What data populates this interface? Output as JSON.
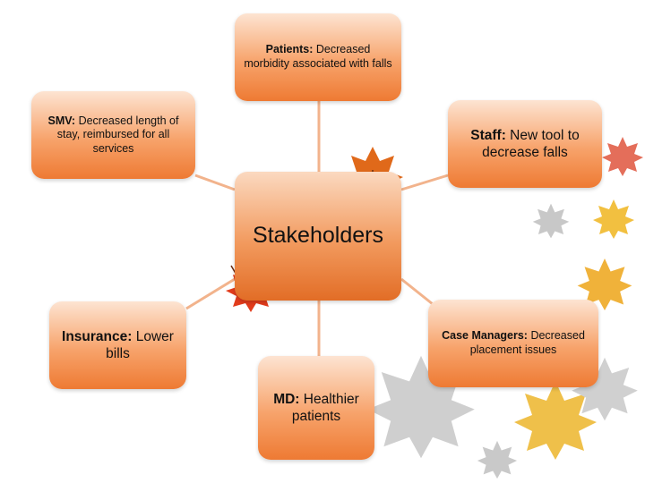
{
  "center": {
    "label": "Stakeholders"
  },
  "stakeholders": [
    {
      "id": "patients",
      "title": "Patients:",
      "text": " Decreased morbidity associated with falls"
    },
    {
      "id": "smv",
      "title": "SMV:",
      "text": " Decreased length of stay, reimbursed for all services"
    },
    {
      "id": "staff",
      "title": "Staff:",
      "text": " New tool to decrease falls"
    },
    {
      "id": "insurance",
      "title": "Insurance:",
      "text": " Lower bills"
    },
    {
      "id": "case_managers",
      "title": "Case Managers:",
      "text": " Decreased placement issues"
    },
    {
      "id": "md",
      "title": "MD:",
      "text": " Healthier patients"
    }
  ],
  "colors": {
    "box_light": "#fde4d2",
    "box_dark": "#ee7a33",
    "connector": "#f2b38c"
  },
  "decorations": [
    "autumn-leaf-icon"
  ]
}
